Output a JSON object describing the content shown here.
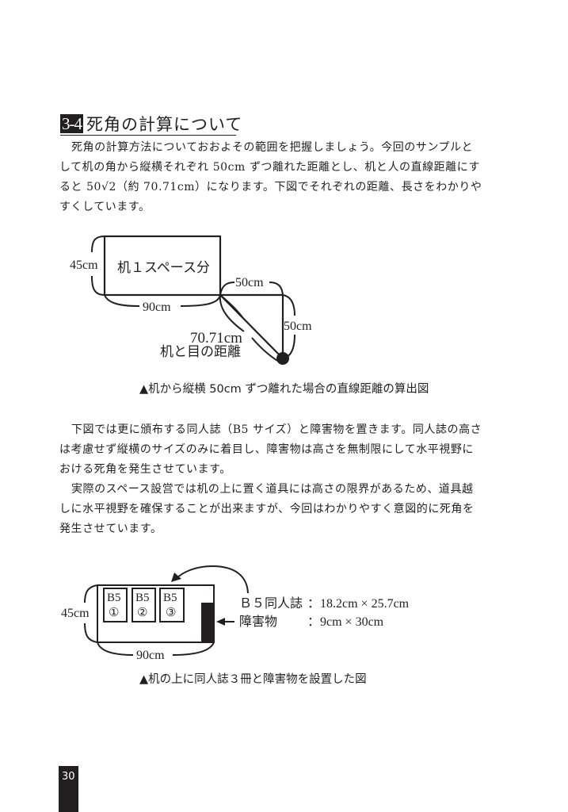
{
  "section": {
    "number": "3-4",
    "title": "死角の計算について"
  },
  "paragraph1": {
    "lines": [
      "死角の計算方法についておおよその範囲を把握しましょう。今回のサンプルと",
      "して机の角から縦横それぞれ 50cm ずつ離れた距離とし、机と人の直線距離にす",
      "ると 50√2（約 70.71cm）になります。下図でそれぞれの距離、長さをわかりや",
      "すくしています。"
    ]
  },
  "figure1": {
    "desk_label": "机１スペース分",
    "height_label": "45cm",
    "width_label": "90cm",
    "horizontal_offset_label": "50cm",
    "vertical_offset_label": "50cm",
    "diagonal_label": "70.71cm",
    "diagonal_caption": "机と目の距離",
    "caption": "▲机から縦横 50cm ずつ離れた場合の直線距離の算出図"
  },
  "paragraph2": {
    "lines": [
      "下図では更に頒布する同人誌（B5 サイズ）と障害物を置きます。同人誌の高さ",
      "は考慮せず縦横のサイズのみに着目し、障害物は高さを無制限にして水平視野に",
      "おける死角を発生させています。"
    ]
  },
  "paragraph3": {
    "lines": [
      "実際のスペース設営では机の上に置く道具には高さの限界があるため、道具越",
      "しに水平視野を確保することが出来ますが、今回はわかりやすく意図的に死角を",
      "発生させています。"
    ]
  },
  "figure2": {
    "height_label": "45cm",
    "width_label": "90cm",
    "books": [
      {
        "size": "B5",
        "number": "①"
      },
      {
        "size": "B5",
        "number": "②"
      },
      {
        "size": "B5",
        "number": "③"
      }
    ],
    "legend": [
      {
        "name": "Ｂ５同人誌",
        "value": "：18.2cm × 25.7cm"
      },
      {
        "name": "障害物",
        "value": "：9cm × 30cm"
      }
    ],
    "caption": "▲机の上に同人誌３冊と障害物を設置した図"
  },
  "footer": {
    "page_number": "30"
  },
  "colors": {
    "ink": "#231f20",
    "paper": "#ffffff"
  }
}
